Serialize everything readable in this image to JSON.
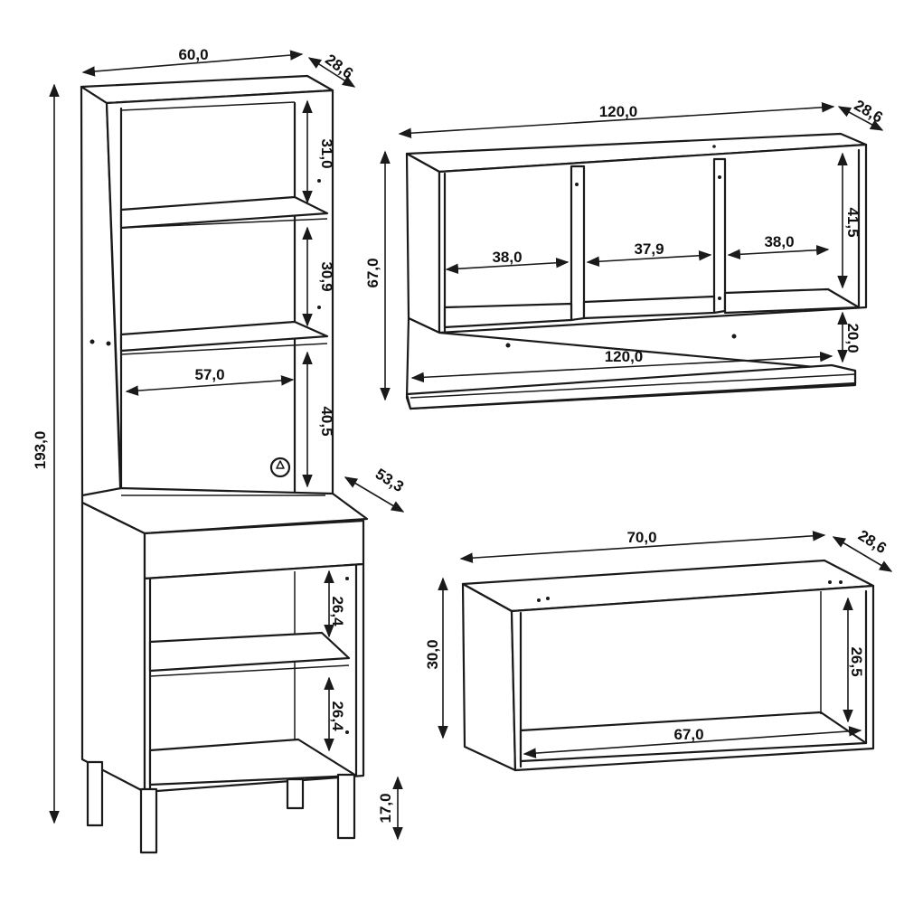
{
  "tall_unit": {
    "width": "60,0",
    "depth": "28,6",
    "height": "193,0",
    "shelf_1": "31,0",
    "shelf_2": "30,9",
    "inner_width": "57,0",
    "niche": "40,5",
    "base_depth": "53,3",
    "lower_1": "26,4",
    "lower_2": "26,4",
    "feet": "17,0"
  },
  "wall_unit_large": {
    "width": "120,0",
    "depth": "28,6",
    "height": "67,0",
    "compartment_1": "38,0",
    "compartment_2": "37,9",
    "compartment_3": "38,0",
    "compartment_height": "41,5",
    "shelf_gap": "20,0",
    "shelf_width": "120,0"
  },
  "wall_unit_small": {
    "width": "70,0",
    "depth": "28,6",
    "height": "30,0",
    "inner_height": "26,5",
    "inner_width": "67,0"
  }
}
